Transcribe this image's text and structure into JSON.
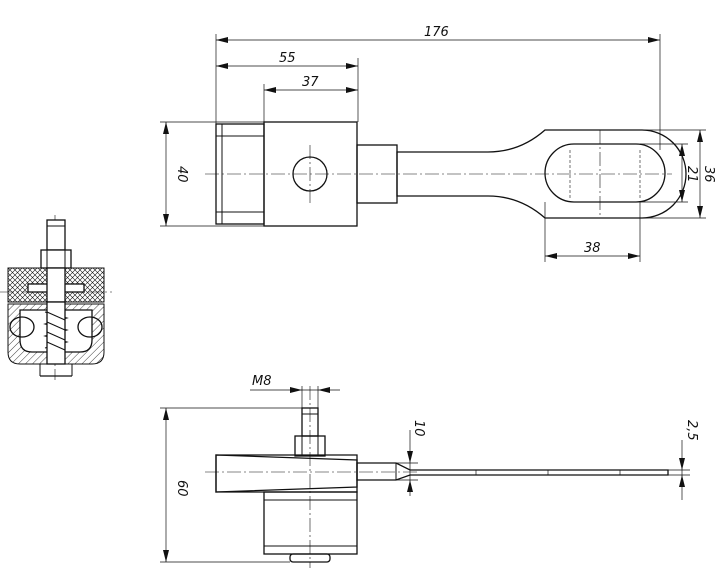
{
  "dimensions": {
    "overall_length": "176",
    "body_length": "55",
    "clamp_length": "37",
    "height_top_view": "40",
    "eye_outer": "36",
    "eye_inner": "21",
    "eye_length": "38",
    "thread": "M8",
    "height_side_view": "60",
    "strip_height": "10",
    "strip_thickness": "2,5"
  }
}
